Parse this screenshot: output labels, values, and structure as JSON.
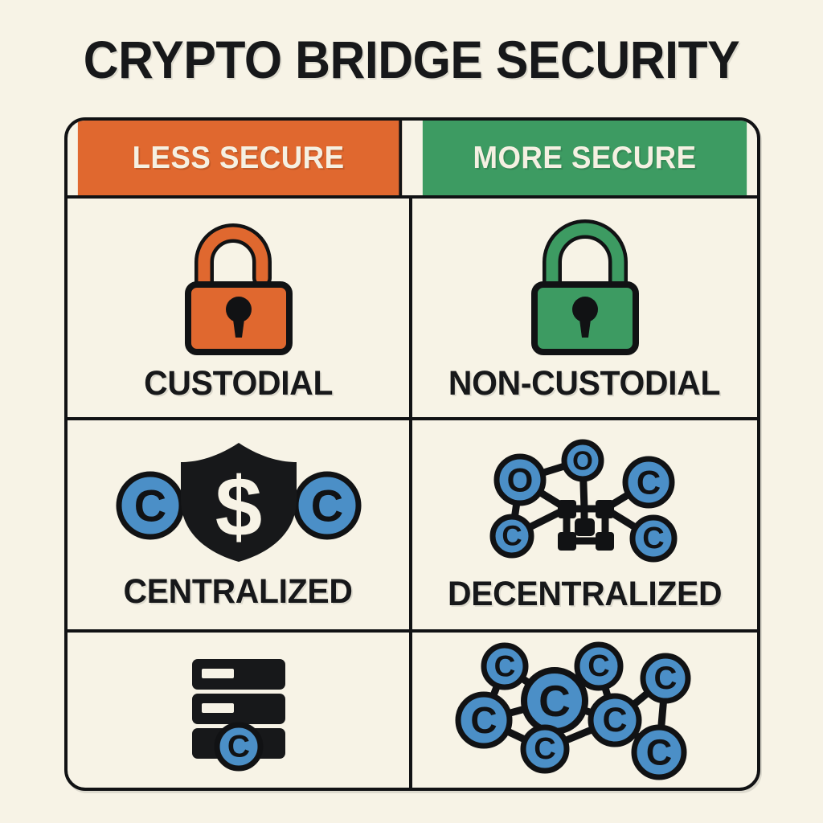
{
  "page": {
    "title": "CRYPTO BRIDGE SECURITY",
    "background_color": "#F7F3E6",
    "ink_color": "#17181A"
  },
  "palette": {
    "orange": "#E0682F",
    "green": "#3D9B62",
    "blue": "#4B8FC7",
    "black": "#111214",
    "cream": "#F5F0E2"
  },
  "table": {
    "columns": [
      {
        "id": "less-secure",
        "header": "LESS SECURE",
        "color": "#E0682F"
      },
      {
        "id": "more-secure",
        "header": "MORE SECURE",
        "color": "#3D9B62"
      }
    ],
    "rows": [
      {
        "id": "custody",
        "less": {
          "label": "CUSTODIAL",
          "icon": "open-padlock-icon",
          "icon_color": "#E0682F"
        },
        "more": {
          "label": "NON-CUSTODIAL",
          "icon": "closed-padlock-icon",
          "icon_color": "#3D9B62"
        }
      },
      {
        "id": "architecture",
        "less": {
          "label": "CENTRALIZED",
          "icon": "shield-dollar-icon",
          "icon_color": "#111214"
        },
        "more": {
          "label": "DECENTRALIZED",
          "icon": "network-nodes-icon",
          "icon_color": "#4B8FC7"
        }
      },
      {
        "id": "infrastructure",
        "less": {
          "label": "",
          "icon": "server-stack-coin-icon",
          "icon_color": "#111214"
        },
        "more": {
          "label": "",
          "icon": "mesh-network-icon",
          "icon_color": "#4B8FC7"
        }
      }
    ]
  },
  "icon_glyphs": {
    "coin_letter_c": "C",
    "coin_letter_o": "O",
    "currency_symbol": "$"
  }
}
